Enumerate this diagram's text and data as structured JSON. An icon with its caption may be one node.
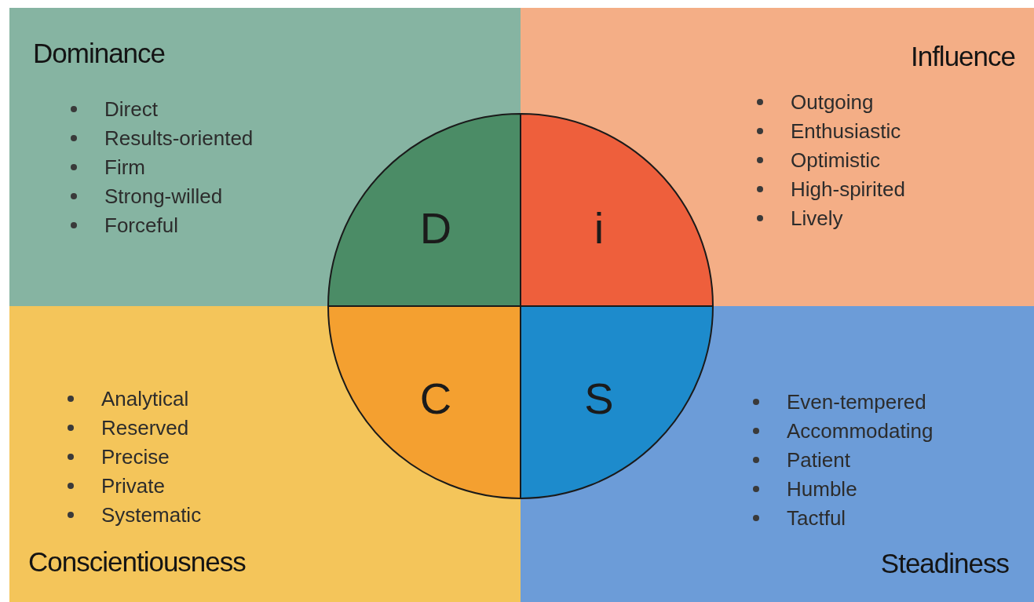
{
  "diagram": {
    "nodes": [
      {
        "text": [
          "Dominance",
          "Direct",
          "Results-oriented",
          "Firm",
          "Strong-willed",
          "Forceful"
        ]
      },
      {
        "text": [
          "Influence",
          "Outgoing",
          "Enthusiastic",
          "Optimistic",
          "High-spirited",
          "Lively"
        ]
      },
      {
        "text": [
          "Analytical",
          "Reserved",
          "Precise",
          "Private",
          "Systematic",
          "Conscientiousness"
        ]
      },
      {
        "text": [
          "Even-tempered",
          "Accommodating",
          "Patient",
          "Humble",
          "Tactful",
          "Steadiness"
        ]
      },
      {
        "text": [
          "D"
        ],
        "in": 0
      },
      {
        "text": [
          "i"
        ],
        "in": 1
      },
      {
        "text": [
          "C"
        ],
        "in": 2
      },
      {
        "text": [
          "S"
        ],
        "in": 3
      }
    ]
  }
}
